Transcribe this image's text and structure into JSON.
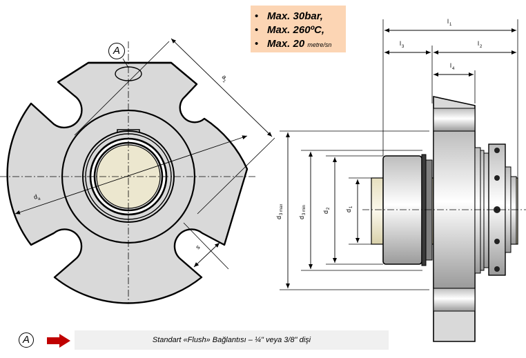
{
  "specs": {
    "items": [
      {
        "text": "Max. 30bar,",
        "unit": ""
      },
      {
        "text": "Max. 260ºC,",
        "unit": ""
      },
      {
        "text": "Max. 20 ",
        "unit": "metre/sn"
      }
    ]
  },
  "callout": {
    "letter": "A"
  },
  "legend": {
    "letter": "A",
    "caption": "Standart «Flush» Bağlantısı – ¼\" veya 3/8\" dişi"
  },
  "dimensions": {
    "a1": {
      "main": "a",
      "sub": "1"
    },
    "da": {
      "main": "d",
      "sub": "a"
    },
    "s": {
      "main": "s",
      "sub": ""
    },
    "l1": {
      "main": "l",
      "sub": "1"
    },
    "l2": {
      "main": "l",
      "sub": "2"
    },
    "l3": {
      "main": "l",
      "sub": "3"
    },
    "l4": {
      "main": "l",
      "sub": "4"
    },
    "d3max": {
      "main": "d",
      "sub": "3 max"
    },
    "d3min": {
      "main": "d",
      "sub": "3 min"
    },
    "d2": {
      "main": "d",
      "sub": "2"
    },
    "d1": {
      "main": "d",
      "sub": "1"
    }
  },
  "colors": {
    "part_fill": "#d9d9d9",
    "shaft_fill": "#ece7cf",
    "spec_box": "#fcd5b4",
    "arrow": "#c00000"
  }
}
